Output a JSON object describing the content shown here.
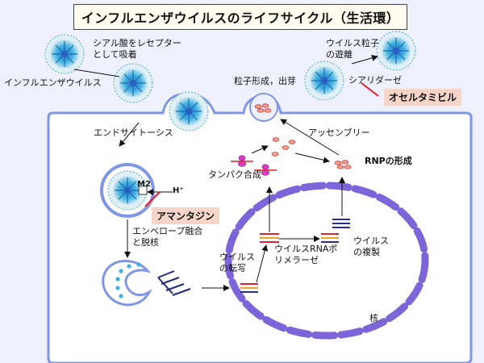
{
  "title": "インフルエンザウイルスのライフサイクル（生活環）",
  "labels": {
    "virus": "インフルエンザウイルス",
    "binding": "シアル酸をレセプターとして吸着",
    "release": "ウイルス粒子の遊離",
    "budding": "粒子形成，出芽",
    "neuraminidase": "シアリダーゼ",
    "endocytosis": "エンドサイトーシス",
    "m2": "M2",
    "proton": "H⁺",
    "uncoating": "エンベロープ融合と脱核",
    "transcription": "ウイルスの転写",
    "polymerase": "ウイルスRNAポリメラーゼ",
    "replication": "ウイルスの複製",
    "protein_synthesis": "タンパク合成",
    "assembly": "アッセンブリー",
    "rnp": "RNPの形成",
    "nucleus": "核"
  },
  "drugs": {
    "amantadine": "アマンタジン",
    "oseltamivir": "オセルタミビル"
  },
  "colors": {
    "cell_membrane": "#7f95e6",
    "nucleus": "#7b65d8",
    "inhibitor": "#e0202a",
    "drug_bg": "#f6d4c8",
    "virus_core": "#1aa0d8"
  }
}
